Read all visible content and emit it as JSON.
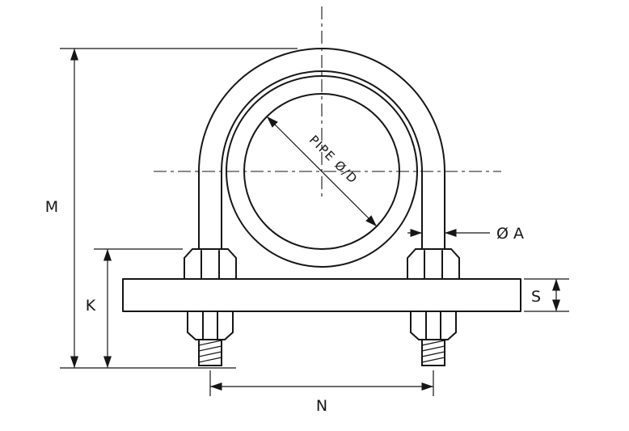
{
  "labels": {
    "m": "M",
    "k": "K",
    "n": "N",
    "s": "S",
    "rod_diameter": "Ø A",
    "pipe_diameter": "PIPE Ø/D"
  },
  "colors": {
    "line": "#161616",
    "background": "#ffffff"
  }
}
